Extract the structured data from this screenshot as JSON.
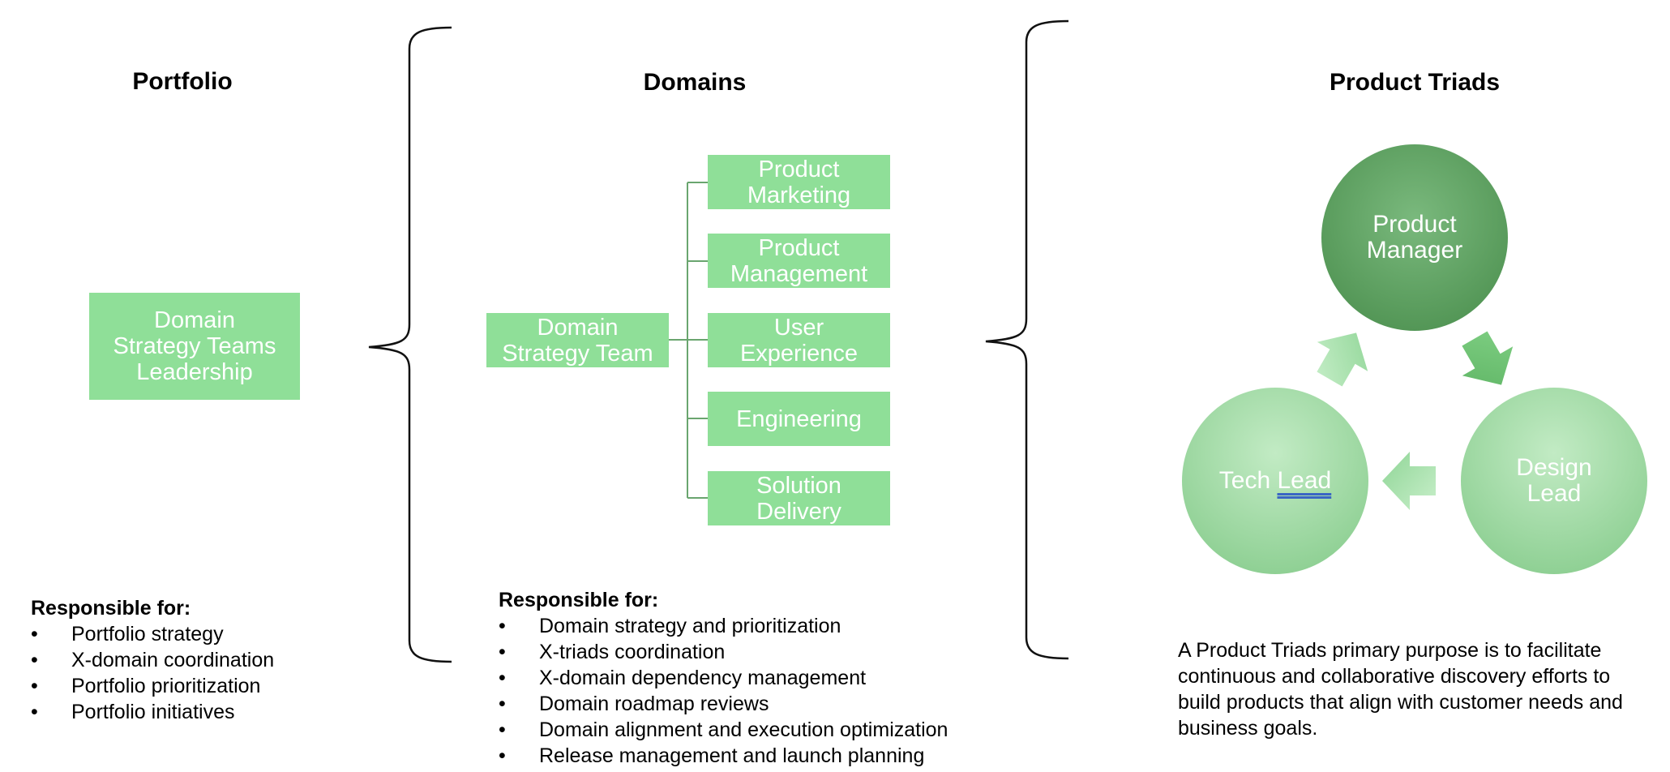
{
  "columns": {
    "portfolio": {
      "heading": "Portfolio",
      "box_label": "Domain\nStrategy Teams\nLeadership",
      "responsibilities": {
        "title": "Responsible for:",
        "items": [
          "Portfolio strategy",
          "X-domain coordination",
          "Portfolio prioritization",
          "Portfolio initiatives"
        ]
      }
    },
    "domains": {
      "heading": "Domains",
      "root_label": "Domain\nStrategy Team",
      "children": [
        "Product\nMarketing",
        "Product\nManagement",
        "User\nExperience",
        "Engineering",
        "Solution\nDelivery"
      ],
      "responsibilities": {
        "title": "Responsible for:",
        "items": [
          "Domain strategy and prioritization",
          "X-triads coordination",
          "X-domain dependency management",
          "Domain roadmap reviews",
          "Domain alignment and execution optimization",
          "Release management and launch planning"
        ]
      }
    },
    "triads": {
      "heading": "Product Triads",
      "circles": {
        "product_manager": "Product\nManager",
        "design_lead": "Design\nLead",
        "tech_lead_prefix": "Tech ",
        "tech_lead_suffix": "Lead"
      },
      "description": "A Product Triads primary purpose is to facilitate continuous and collaborative discovery efforts to build products that align with customer needs and business goals."
    }
  },
  "colors": {
    "box_fill": "#8fdf98",
    "connector": "#6aa56f",
    "circle_dark": "#5e9e62",
    "circle_light": "#a3dca7"
  }
}
